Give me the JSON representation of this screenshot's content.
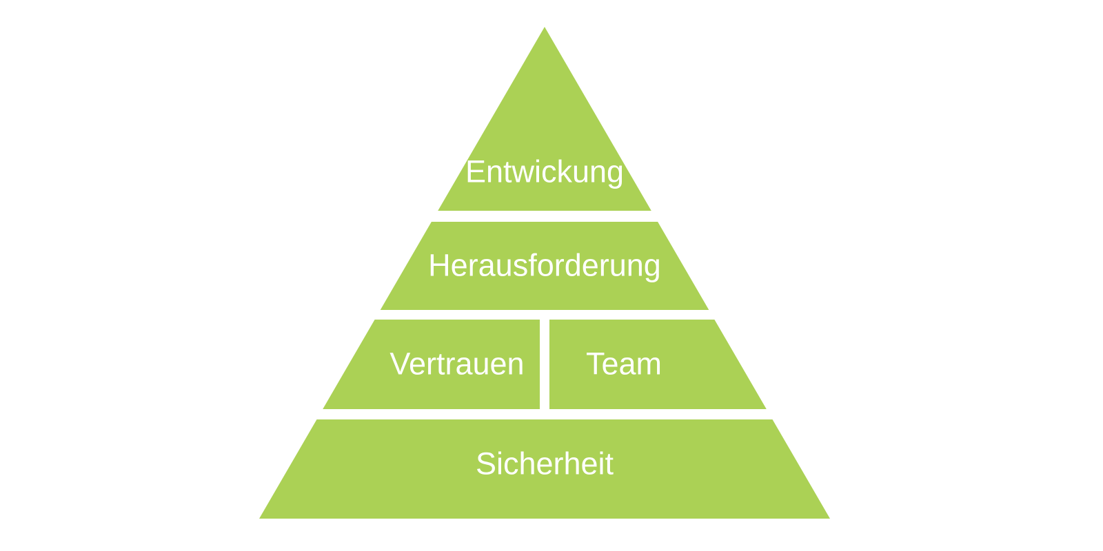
{
  "pyramid": {
    "fill_color": "#abd155",
    "text_color": "#ffffff",
    "background_color": "#ffffff",
    "levels": [
      {
        "label": "Entwickung"
      },
      {
        "label": "Herausforderung"
      },
      {
        "label": "Vertrauen"
      },
      {
        "label": "Team"
      },
      {
        "label": "Sicherheit"
      }
    ]
  }
}
